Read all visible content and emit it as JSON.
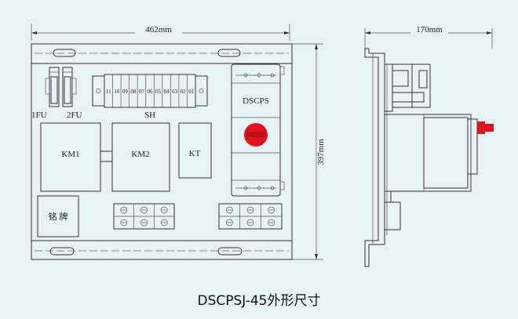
{
  "front": {
    "width_label": "462mm",
    "height_label": "397mm",
    "fuse1_label": "1FU",
    "fuse2_label": "2FU",
    "terminal_label": "SH",
    "terminal_numbers": [
      "11",
      "10",
      "09",
      "08",
      "07",
      "06",
      "05",
      "04",
      "03",
      "02",
      "01"
    ],
    "km1_label": "KM1",
    "km2_label": "KM2",
    "kt_label": "KT",
    "dscps_label": "DSCPS",
    "nameplate_label": "铭  牌"
  },
  "side": {
    "width_label": "170mm"
  },
  "caption": "DSCPSJ-45外形尺寸",
  "colors": {
    "background": "#e8f2f6",
    "knob": "#e0141e",
    "side_button": "#e0141e"
  }
}
